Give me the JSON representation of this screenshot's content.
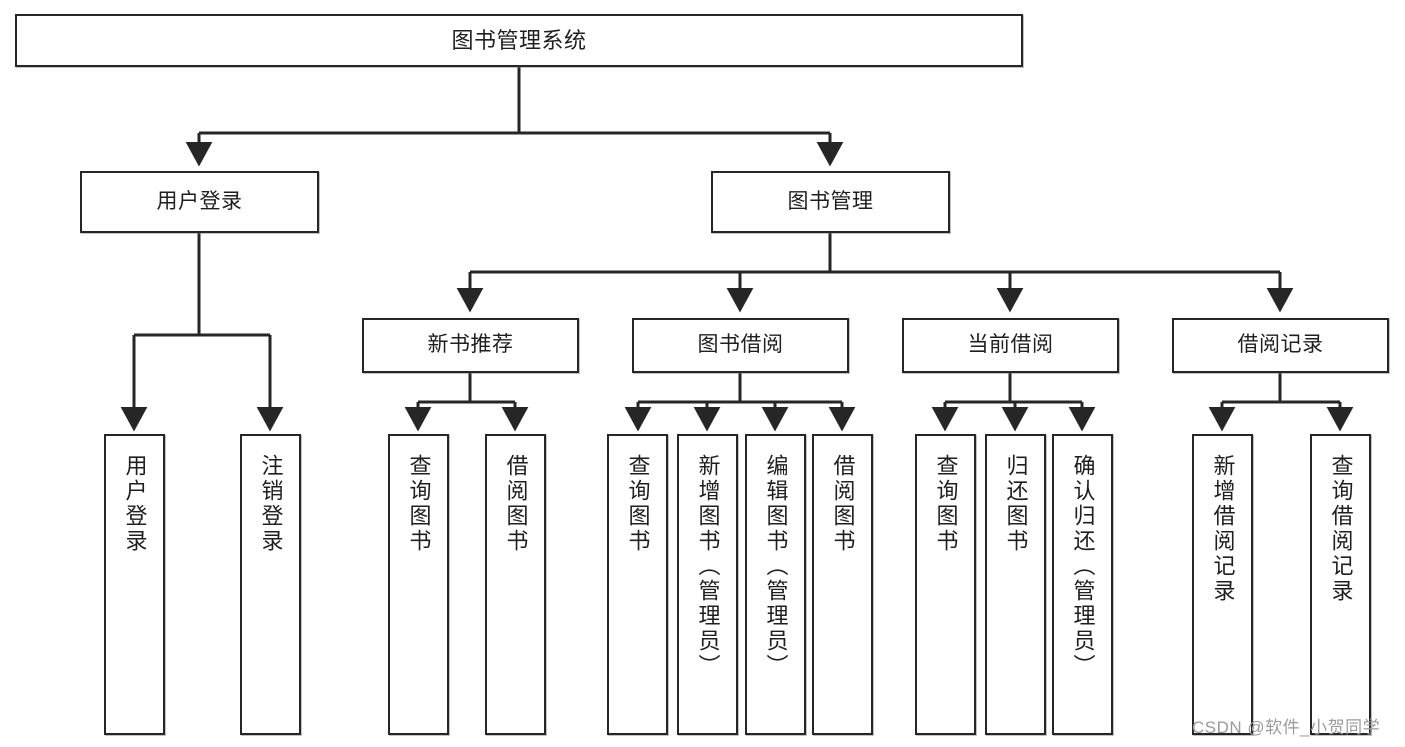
{
  "diagram": {
    "title": "图书管理系统",
    "type": "tree-hierarchy",
    "root": {
      "label": "图书管理系统"
    },
    "level2": [
      {
        "label": "用户登录"
      },
      {
        "label": "图书管理"
      }
    ],
    "level3": [
      {
        "label": "新书推荐"
      },
      {
        "label": "图书借阅"
      },
      {
        "label": "当前借阅"
      },
      {
        "label": "借阅记录"
      }
    ],
    "leaves": {
      "user_login": [
        {
          "label": "用户登录"
        },
        {
          "label": "注销登录"
        }
      ],
      "new_book_recommend": [
        {
          "label": "查询图书"
        },
        {
          "label": "借阅图书"
        }
      ],
      "book_borrow": [
        {
          "label": "查询图书"
        },
        {
          "label": "新增图书（管理员）"
        },
        {
          "label": "编辑图书（管理员）"
        },
        {
          "label": "借阅图书"
        }
      ],
      "current_borrow": [
        {
          "label": "查询图书"
        },
        {
          "label": "归还图书"
        },
        {
          "label": "确认归还（管理员）"
        }
      ],
      "borrow_record": [
        {
          "label": "新增借阅记录"
        },
        {
          "label": "查询借阅记录"
        }
      ]
    }
  },
  "watermark": {
    "text": "CSDN @软件_小贺同学"
  },
  "colors": {
    "stroke": "#262626",
    "box_fill": "#ffffff",
    "text": "#1f1f1f",
    "watermark": "#9b9b9b",
    "background": "#ffffff"
  }
}
